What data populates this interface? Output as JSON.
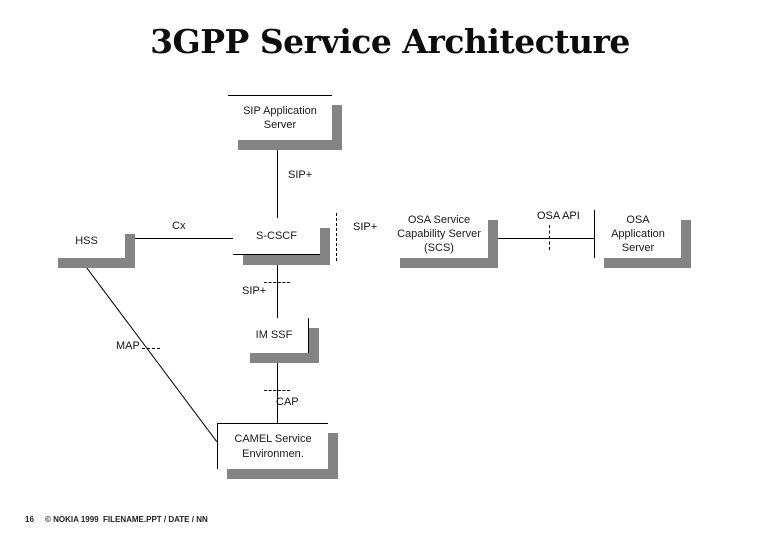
{
  "slide": {
    "title": "3GPP Service Architecture",
    "footer": {
      "page_number": "16",
      "copyright": "© NOKIA 1999",
      "filename": "FILENAME.PPT / DATE / NN"
    }
  },
  "diagram": {
    "nodes": [
      {
        "name": "sip-application-server",
        "lines": [
          "SIP Application",
          "Server"
        ]
      },
      {
        "name": "hss",
        "lines": [
          "HSS"
        ]
      },
      {
        "name": "s-cscf",
        "lines": [
          "S-CSCF"
        ]
      },
      {
        "name": "osa-service-capability-server",
        "lines": [
          "OSA Service",
          "Capability Server",
          "(SCS)"
        ]
      },
      {
        "name": "osa-application-server",
        "lines": [
          "OSA",
          "Application",
          "Server"
        ]
      },
      {
        "name": "im-ssf",
        "lines": [
          "IM SSF"
        ]
      },
      {
        "name": "camel-service-environment",
        "lines": [
          "CAMEL Service",
          "Environmen."
        ]
      }
    ],
    "interface_labels": {
      "sip_plus_top": "SIP+",
      "cx": "Cx",
      "sip_plus_right": "SIP+",
      "osa_api": "OSA API",
      "sip_plus_mid": "SIP+",
      "cap": "CAP",
      "map": "MAP"
    }
  },
  "colors": {
    "background": "#ffffff",
    "box_fill": "#ffffff",
    "box_shadow": "#848484",
    "line": "#000000",
    "text": "#1a1a1a"
  }
}
